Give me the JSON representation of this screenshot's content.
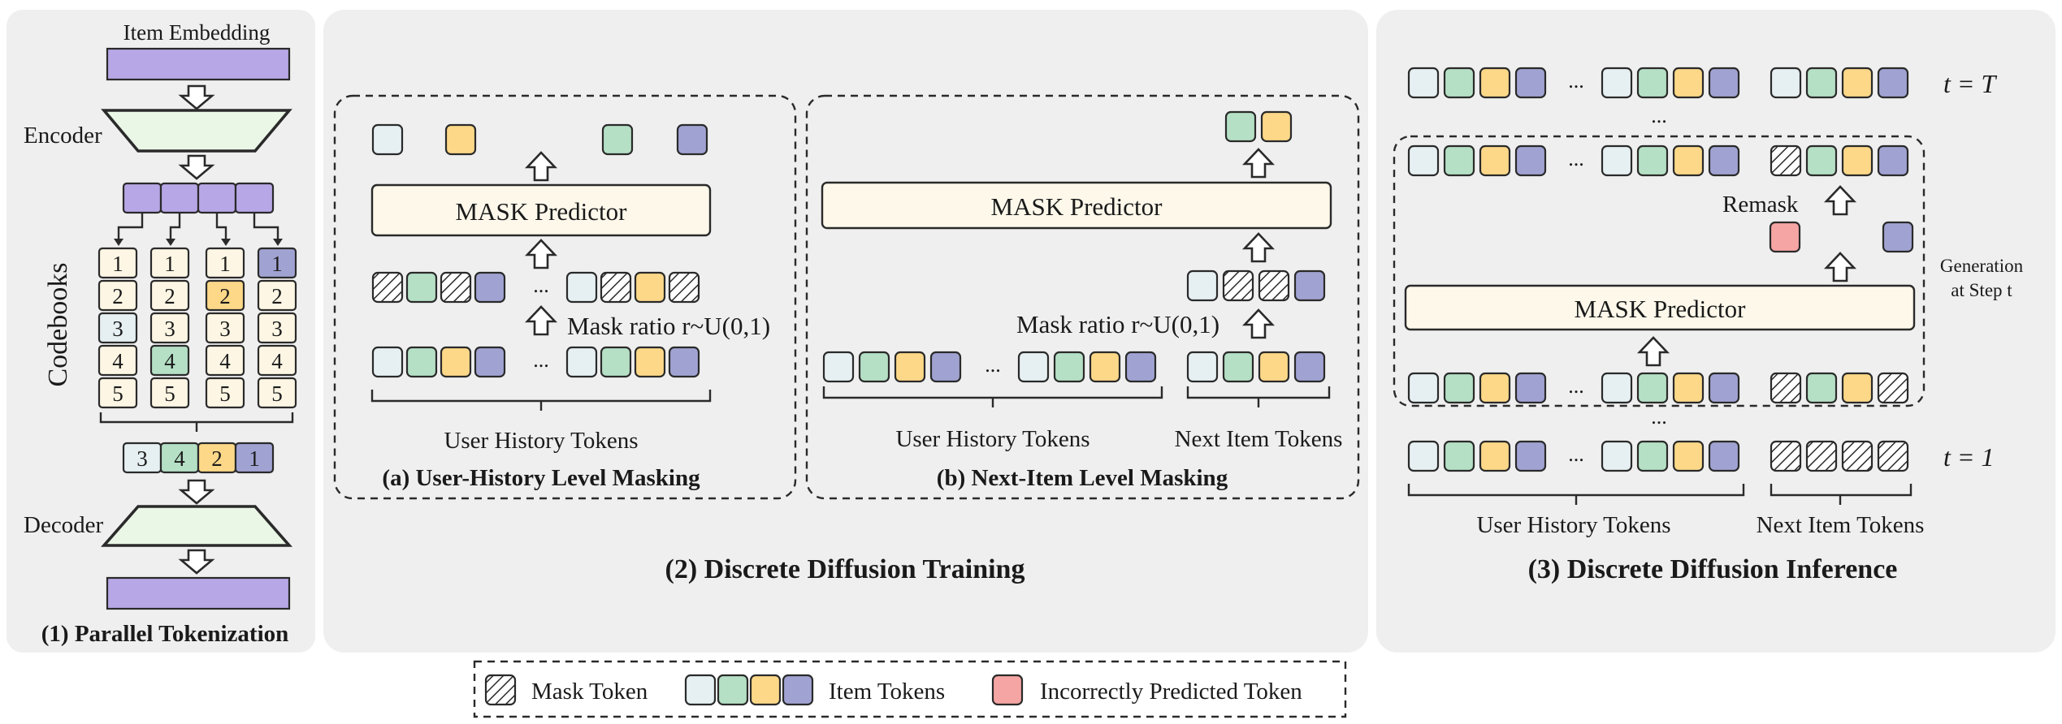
{
  "colors": {
    "panel_bg": "#eeefee",
    "embedding": "#b8a7e6",
    "token_white": "#e6f0f2",
    "token_green": "#b5e0c5",
    "token_yellow": "#fcd888",
    "token_purple": "#a0a3d2",
    "token_red": "#f5a5a3",
    "code_cell": "#fdf6e4",
    "predictor_fill": "#fdf8ea",
    "trapezoid_fill": "#eaf6e6"
  },
  "tokenization": {
    "item_embedding_label": "Item Embedding",
    "encoder_label": "Encoder",
    "codebooks_label": "Codebooks",
    "decoder_label": "Decoder",
    "codebook_columns": [
      [
        "1",
        "2",
        "3",
        "4",
        "5"
      ],
      [
        "1",
        "2",
        "3",
        "4",
        "5"
      ],
      [
        "1",
        "2",
        "3",
        "4",
        "5"
      ],
      [
        "1",
        "2",
        "3",
        "4",
        "5"
      ]
    ],
    "selected_codes": [
      "3",
      "4",
      "2",
      "1"
    ],
    "title": "(1) Parallel Tokenization"
  },
  "training": {
    "title": "(2) Discrete Diffusion Training",
    "a": {
      "predictor_label": "MASK Predictor",
      "mask_ratio_label": "Mask ratio r~U(0,1)",
      "ellipsis": "...",
      "history_label": "User History Tokens",
      "title": "(a) User-History Level Masking"
    },
    "b": {
      "predictor_label": "MASK Predictor",
      "mask_ratio_label": "Mask ratio r~U(0,1)",
      "ellipsis": "...",
      "history_label": "User History Tokens",
      "next_label": "Next Item Tokens",
      "title": "(b) Next-Item Level Masking"
    }
  },
  "inference": {
    "title": "(3) Discrete Diffusion Inference",
    "t_top": "t = T",
    "t_bottom": "t = 1",
    "remask_label": "Remask",
    "predictor_label": "MASK Predictor",
    "generation_label_line1": "Generation",
    "generation_label_line2": "at Step t",
    "ellipsis": "...",
    "history_label": "User History Tokens",
    "next_label": "Next Item Tokens"
  },
  "legend": {
    "mask_token": "Mask Token",
    "item_tokens": "Item Tokens",
    "incorrect_token": "Incorrectly Predicted Token"
  }
}
